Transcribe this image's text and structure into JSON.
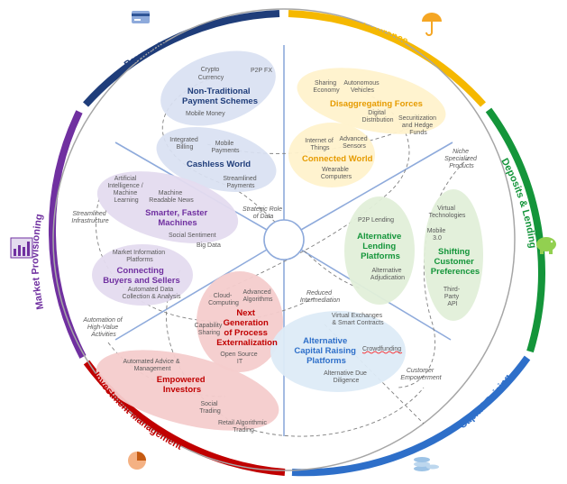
{
  "colors": {
    "payments": "#1f3d7a",
    "insurance": "#f5b800",
    "deposits": "#14953a",
    "capital": "#2e6fc9",
    "investment": "#c00000",
    "market": "#7030a0",
    "spoke": "#8eaadb",
    "inner_ring": "#a6a6a6",
    "dashed": "#7f7f7f"
  },
  "segments": {
    "payments": {
      "label": "Payments",
      "icon": "credit-card-icon"
    },
    "insurance": {
      "label": "Insurance",
      "icon": "umbrella-icon"
    },
    "deposits": {
      "label": "Deposits & Lending",
      "icon": "piggy-bank-icon"
    },
    "capital": {
      "label": "Capital Raising",
      "icon": "coin-stack-icon"
    },
    "investment": {
      "label": "Investment Management",
      "icon": "pie-chart-icon"
    },
    "market": {
      "label": "Market Provisioning",
      "icon": "bar-chart-icon"
    }
  },
  "clusters": {
    "non_traditional": {
      "title": [
        "Non-Traditional",
        "Payment Schemes"
      ],
      "items": {
        "crypto": [
          "Crypto",
          "Currency"
        ],
        "p2p_fx": "P2P FX",
        "mobile_money": "Mobile Money"
      }
    },
    "cashless": {
      "title": "Cashless World",
      "items": {
        "integrated": [
          "Integrated",
          "Billing"
        ],
        "mobile_payments": [
          "Mobile",
          "Payments"
        ],
        "streamlined_payments": [
          "Streamlined",
          "Payments"
        ]
      }
    },
    "disaggregating": {
      "title": "Disaggregating Forces",
      "items": {
        "sharing": [
          "Sharing",
          "Economy"
        ],
        "autonomous": [
          "Autonomous",
          "Vehicles"
        ],
        "digital": [
          "Digital",
          "Distribution"
        ],
        "securitization": [
          "Securitization",
          "and Hedge",
          "Funds"
        ]
      }
    },
    "connected": {
      "title": "Connected World",
      "items": {
        "iot": [
          "Internet of",
          "Things"
        ],
        "sensors": [
          "Advanced",
          "Sensors"
        ],
        "wearable": [
          "Wearable",
          "Computers"
        ]
      }
    },
    "smarter": {
      "title": [
        "Smarter, Faster",
        "Machines"
      ],
      "items": {
        "ai": [
          "Artificial",
          "Intelligence /",
          "Machine",
          "Learning"
        ],
        "news": [
          "Machine",
          "Readable News"
        ],
        "sentiment": "Social Sentiment",
        "big_data": "Big Data"
      }
    },
    "connecting": {
      "title": [
        "Connecting",
        "Buyers and Sellers"
      ],
      "items": {
        "market_info": [
          "Market  Information",
          "Platforms"
        ],
        "automated_data": [
          "Automated Data",
          "Collection & Analysis"
        ]
      }
    },
    "lending": {
      "title": [
        "Alternative",
        "Lending",
        "Platforms"
      ],
      "items": {
        "p2p_lending": "P2P Lending",
        "adjudication": [
          "Alternative",
          "Adjudication"
        ]
      }
    },
    "shifting": {
      "title": [
        "Shifting",
        "Customer",
        "Preferences"
      ],
      "items": {
        "virtual_tech": [
          "Virtual",
          "Technologies"
        ],
        "mobile30": [
          "Mobile",
          "3.0"
        ],
        "api": [
          "Third-",
          "Party",
          "API"
        ]
      }
    },
    "externalization": {
      "title": [
        "Next",
        "Generation",
        "of Process",
        "Externalization"
      ],
      "items": {
        "cloud": [
          "Cloud-",
          "Computing"
        ],
        "algorithms": [
          "Advanced",
          "Algorithms"
        ],
        "capability": [
          "Capability",
          "Sharing"
        ],
        "open_source": [
          "Open Source",
          "IT"
        ]
      }
    },
    "capital_raising": {
      "title": [
        "Alternative",
        "Capital Raising",
        "Platforms"
      ],
      "items": {
        "exchanges": [
          "Virtual Exchanges",
          "& Smart Contracts"
        ],
        "crowdfunding": "Crowdfunding",
        "diligence": [
          "Alternative Due",
          "Diligence"
        ]
      }
    },
    "empowered": {
      "title": [
        "Empowered",
        "Investors"
      ],
      "items": {
        "advice": [
          "Automated Advice &",
          "Management"
        ],
        "social_trading": [
          "Social",
          "Trading"
        ],
        "retail": [
          "Retail Algorithmic",
          "Trading"
        ]
      }
    }
  },
  "themes": {
    "strategic": [
      "Strategic Role",
      "of Data"
    ],
    "streamlined_infra": [
      "Streamlined",
      "Infrastructure"
    ],
    "niche": [
      "Niche",
      "Specialized",
      "Products"
    ],
    "reduced": [
      "Reduced",
      "Intermediation"
    ],
    "automation": [
      "Automation of",
      "High-Value",
      "Activities"
    ],
    "customer_emp": [
      "Customer",
      "Empowerment"
    ]
  }
}
